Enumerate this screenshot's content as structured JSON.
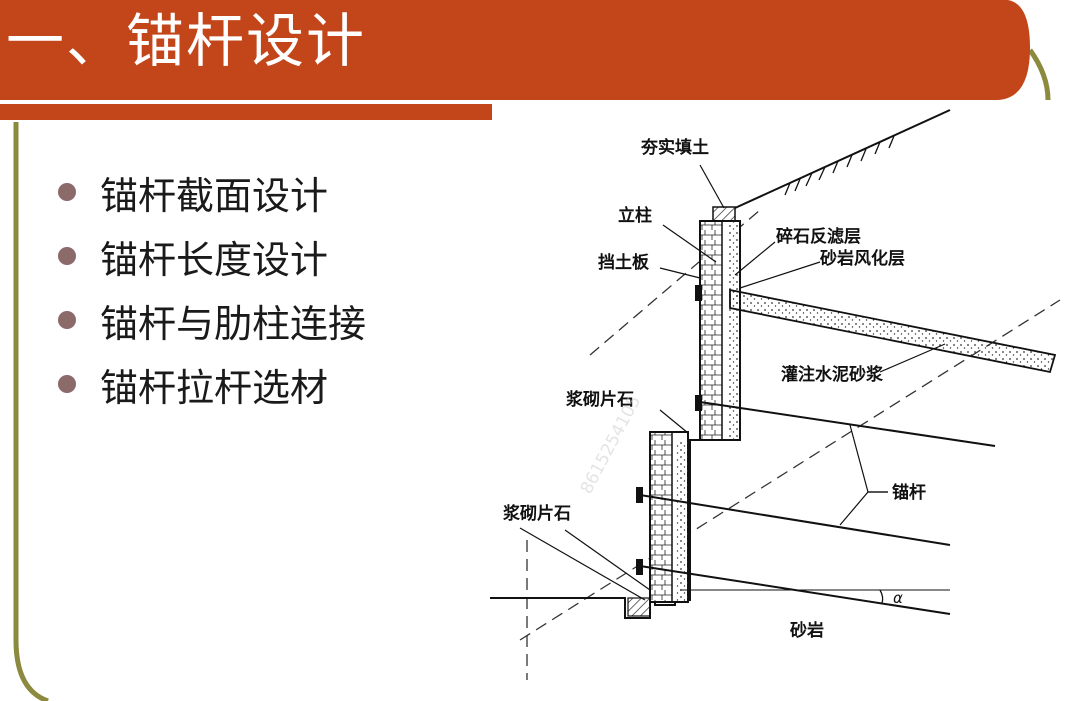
{
  "header": {
    "title": "一、锚杆设计"
  },
  "bullets": [
    {
      "label": "锚杆截面设计"
    },
    {
      "label": "锚杆长度设计"
    },
    {
      "label": "锚杆与肋柱连接"
    },
    {
      "label": "锚杆拉杆选材"
    }
  ],
  "diagram": {
    "labels": {
      "compacted_fill": "夯实填土",
      "column": "立柱",
      "retaining_plate": "挡土板",
      "gravel_filter": "碎石反滤层",
      "weathered_sandstone": "砂岩风化层",
      "cement_grout": "灌注水泥砂浆",
      "masonry_upper": "浆砌片石",
      "anchor_rod": "锚杆",
      "masonry_lower": "浆砌片石",
      "alpha": "α",
      "sandstone": "砂岩"
    },
    "watermark": "8615254105"
  },
  "colors": {
    "header_bg": "#c3451a",
    "frame_line": "#8c8a3e",
    "bullet_dot": "#8b6a6a"
  }
}
